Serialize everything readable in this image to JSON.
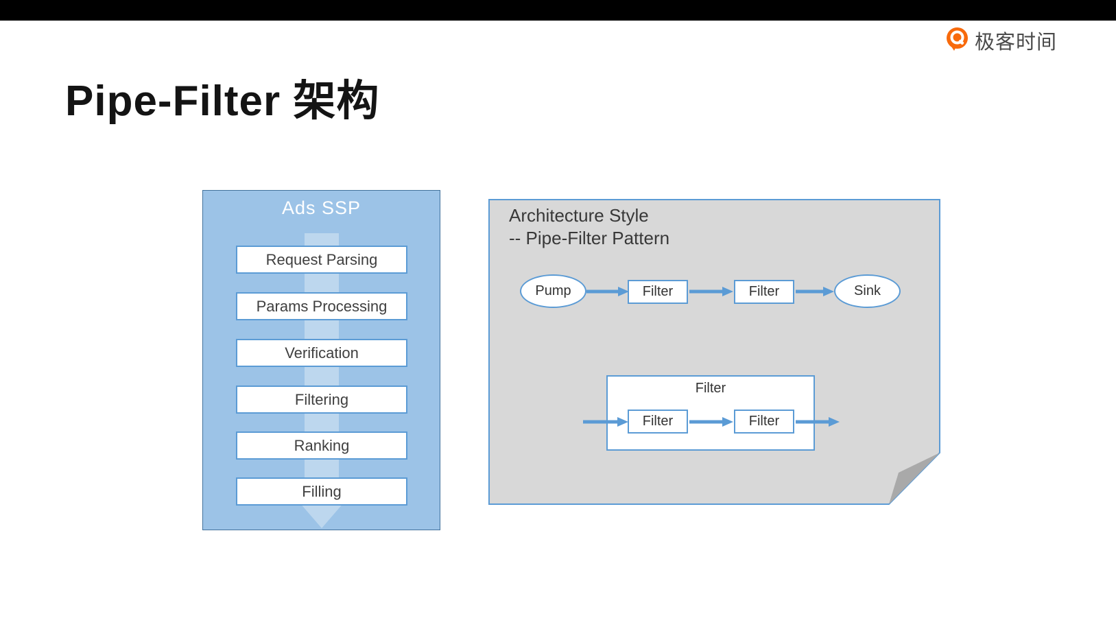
{
  "page": {
    "title": "Pipe-Filter 架构",
    "brand": "极客时间"
  },
  "left_panel": {
    "title": "Ads SSP",
    "steps": [
      "Request Parsing",
      "Params Processing",
      "Verification",
      "Filtering",
      "Ranking",
      "Filling"
    ]
  },
  "right_panel": {
    "title_line1": "Architecture Style",
    "title_line2": "-- Pipe-Filter Pattern",
    "pipeline": {
      "source": "Pump",
      "filters": [
        "Filter",
        "Filter"
      ],
      "sink": "Sink"
    },
    "composite": {
      "label": "Filter",
      "inner_filters": [
        "Filter",
        "Filter"
      ]
    }
  },
  "colors": {
    "accent_blue": "#5b9bd5",
    "panel_blue": "#9cc3e7",
    "panel_border": "#41719c",
    "light_arrow_blue": "#bdd7ee",
    "note_gray": "#d8d8d8",
    "fold_gray": "#a9a9a9",
    "brand_orange": "#f86a0c"
  }
}
